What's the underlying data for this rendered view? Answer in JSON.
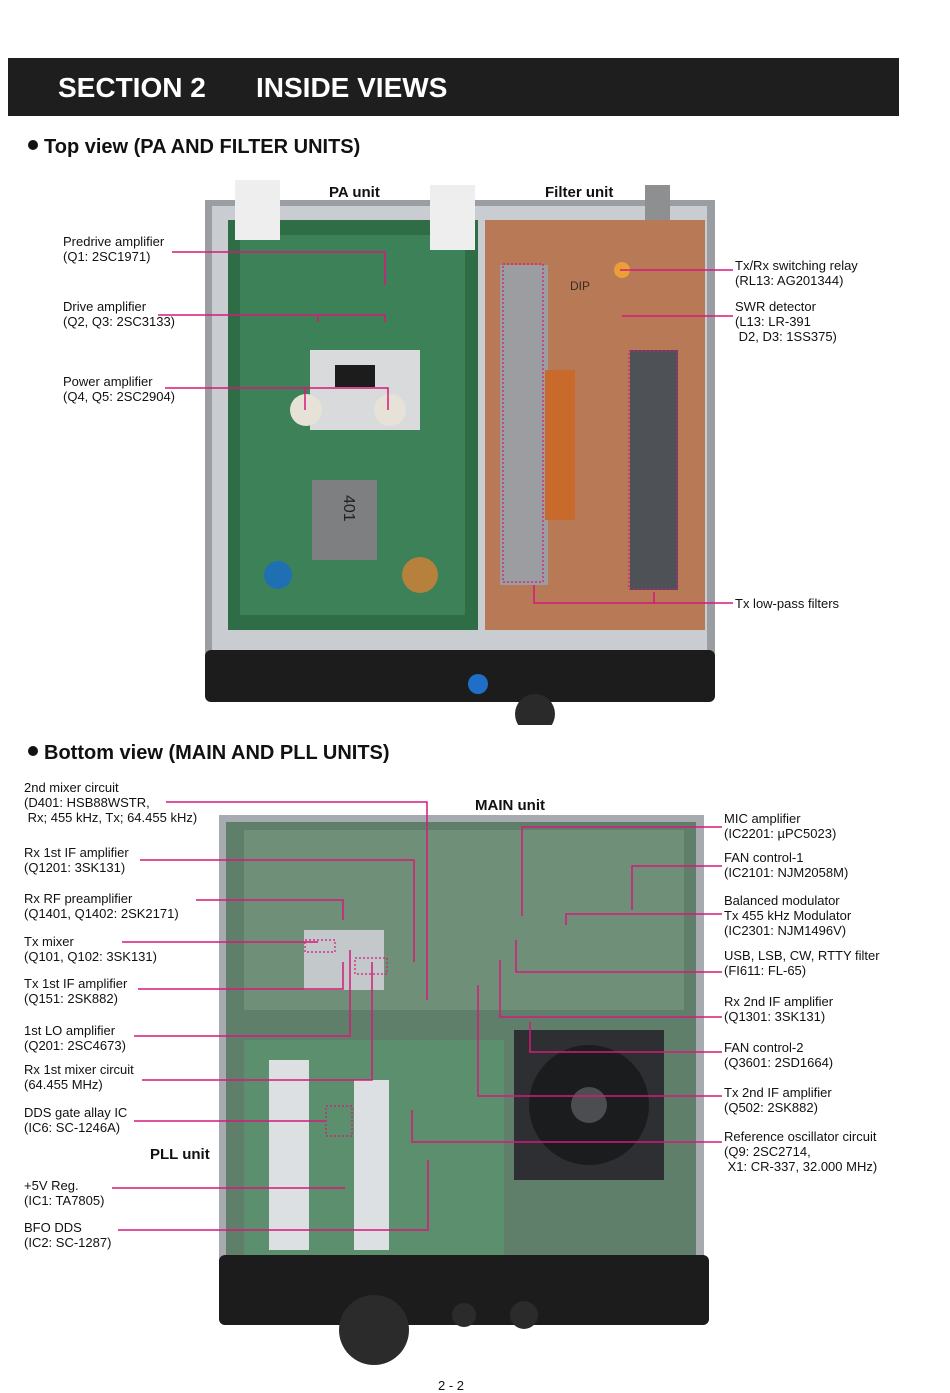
{
  "header": {
    "section": "SECTION 2",
    "title": "INSIDE VIEWS"
  },
  "top_view": {
    "heading": "Top view (PA AND FILTER UNITS)",
    "units": {
      "pa": "PA unit",
      "filter": "Filter unit"
    },
    "labels": {
      "predrive": "Predrive amplifier\n(Q1: 2SC1971)",
      "drive": "Drive amplifier\n(Q2, Q3: 2SC3133)",
      "power": "Power amplifier\n(Q4, Q5: 2SC2904)",
      "txrx_relay": "Tx/Rx switching relay\n(RL13: AG201344)",
      "swr": "SWR detector\n(L13: LR-391\n D2, D3: 1SS375)",
      "lpf": "Tx low-pass filters"
    },
    "pcb_text": {
      "transformer": "401",
      "filter_marking": "DIP"
    }
  },
  "bottom_view": {
    "heading": "Bottom view (MAIN AND PLL UNITS)",
    "units": {
      "main": "MAIN unit",
      "pll": "PLL unit"
    },
    "labels_left": {
      "mixer2": "2nd mixer circuit\n(D401: HSB88WSTR,\n Rx; 455 kHz, Tx; 64.455 kHz)",
      "rx1if": "Rx 1st IF amplifier\n(Q1201: 3SK131)",
      "rxrf": "Rx RF preamplifier\n(Q1401, Q1402: 2SK2171)",
      "txmix": "Tx mixer\n(Q101, Q102: 3SK131)",
      "tx1if": "Tx 1st IF amplifier\n(Q151: 2SK882)",
      "lo1": "1st LO amplifier\n(Q201: 2SC4673)",
      "rxmix1": "Rx 1st mixer circuit\n(64.455 MHz)",
      "ddsgate": "DDS gate allay IC\n(IC6: SC-1246A)",
      "reg5v": "+5V Reg.\n(IC1: TA7805)",
      "bfodds": "BFO DDS\n(IC2: SC-1287)"
    },
    "labels_right": {
      "mic": "MIC amplifier\n(IC2201: µPC5023)",
      "fan1": "FAN control-1\n(IC2101: NJM2058M)",
      "balmod": "Balanced modulator\nTx 455 kHz Modulator\n(IC2301: NJM1496V)",
      "filter": "USB, LSB, CW, RTTY filter\n(FI611: FL-65)",
      "rx2if": "Rx 2nd IF amplifier\n(Q1301: 3SK131)",
      "fan2": "FAN control-2\n(Q3601: 2SD1664)",
      "tx2if": "Tx 2nd IF amplifier\n(Q502: 2SK882)",
      "refosc": "Reference oscillator circuit\n(Q9: 2SC2714,\n X1: CR-337, 32.000 MHz)"
    }
  },
  "page_number": "2 - 2",
  "colors": {
    "leader": "#d6197b",
    "header_bg": "#1e1e1e",
    "pcb_green": "#2f6d46",
    "pcb_copper": "#b87a56"
  }
}
